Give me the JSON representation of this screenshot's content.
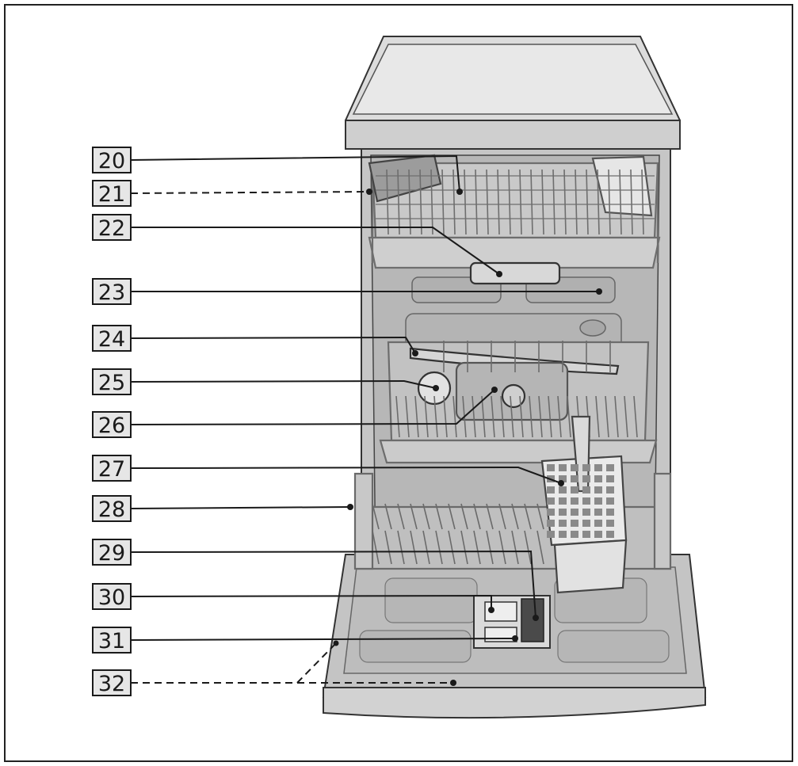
{
  "diagram": {
    "callouts": [
      {
        "number": "20",
        "style": "solid"
      },
      {
        "number": "21",
        "style": "dashed"
      },
      {
        "number": "22",
        "style": "solid"
      },
      {
        "number": "23",
        "style": "solid"
      },
      {
        "number": "24",
        "style": "solid"
      },
      {
        "number": "25",
        "style": "solid"
      },
      {
        "number": "26",
        "style": "solid"
      },
      {
        "number": "27",
        "style": "solid"
      },
      {
        "number": "28",
        "style": "solid"
      },
      {
        "number": "29",
        "style": "solid"
      },
      {
        "number": "30",
        "style": "solid"
      },
      {
        "number": "31",
        "style": "solid"
      },
      {
        "number": "32",
        "style": "dashed"
      }
    ],
    "colors": {
      "label_fill": "#e6e6e6",
      "body": "#c8c8c8",
      "top": "#dedede",
      "interior": "#b9b9b9",
      "rack": "#7a7a7a",
      "outline": "#222222"
    }
  }
}
